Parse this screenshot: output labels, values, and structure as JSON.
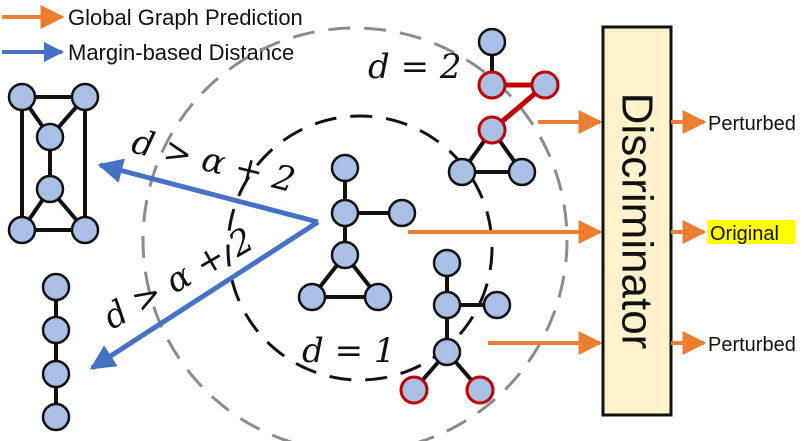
{
  "legend": {
    "items": [
      {
        "label": "Global Graph Prediction",
        "color": "#ED7D31"
      },
      {
        "label": "Margin-based Distance",
        "color": "#4472C4"
      }
    ]
  },
  "distance_labels": {
    "d2": "d = 2",
    "d1": "d = 1",
    "margin_upper": "d > α + 2",
    "margin_lower": "d > α + 2"
  },
  "discriminator": {
    "label": "Discriminator",
    "fill": "#FFF2CC"
  },
  "outputs": [
    {
      "label": "Perturbed",
      "highlight": false
    },
    {
      "label": "Original",
      "highlight": true,
      "highlight_color": "#FFFF00"
    },
    {
      "label": "Perturbed",
      "highlight": false
    }
  ],
  "colors": {
    "node_fill": "#A9BFE6",
    "perturbed_node_stroke": "#C00000",
    "perturbed_edge": "#C00000",
    "arrow_orange": "#ED7D31",
    "arrow_blue": "#4472C4",
    "circle_inner": "#111111",
    "circle_outer": "#8C8C8C"
  }
}
